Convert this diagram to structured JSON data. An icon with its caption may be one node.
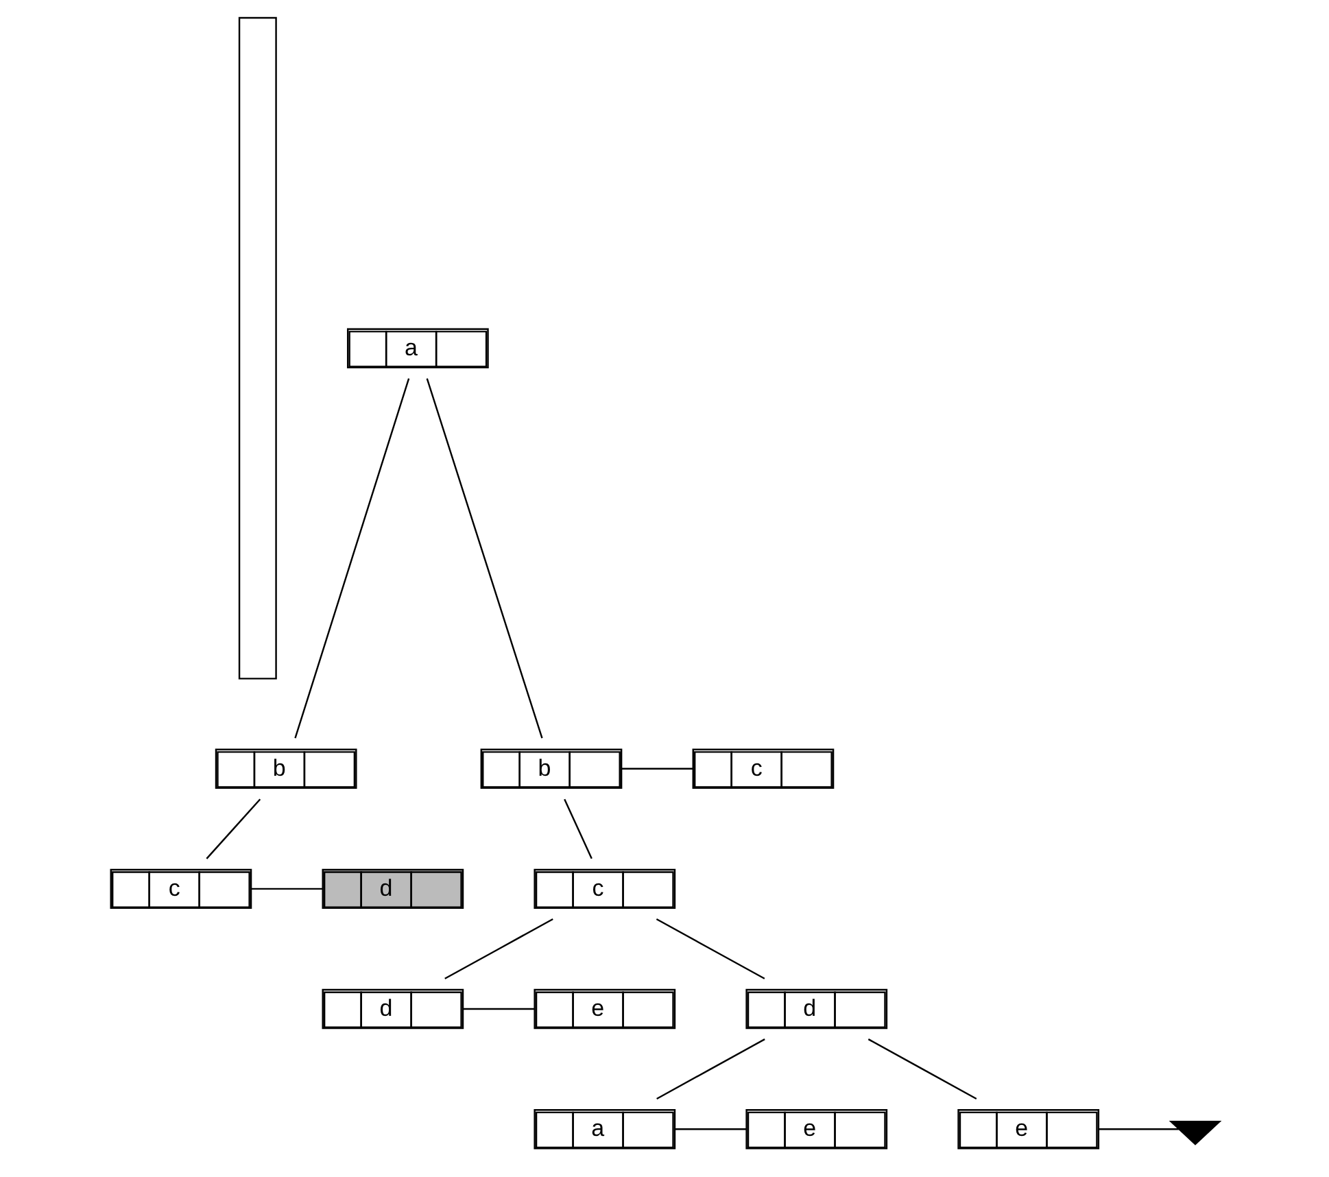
{
  "diagram": {
    "nodes": [
      {
        "text": [],
        "shape": "box"
      },
      {
        "text": [
          "a"
        ]
      },
      {
        "text": [
          "b"
        ]
      },
      {
        "text": [
          "c"
        ]
      },
      {
        "text": [
          "d"
        ]
      },
      {
        "text": [
          "b"
        ]
      },
      {
        "text": [
          "c"
        ]
      },
      {
        "text": [
          "c"
        ]
      },
      {
        "text": [
          "d"
        ]
      },
      {
        "text": [
          "e"
        ]
      },
      {
        "text": [
          "d"
        ]
      },
      {
        "text": [
          "a"
        ]
      },
      {
        "text": [
          "e"
        ]
      },
      {
        "text": [
          "e"
        ]
      },
      {
        "text": [],
        "shape": "ground"
      }
    ],
    "edges": [
      {
        "from": 1,
        "to": 2,
        "arrow": "none"
      },
      {
        "from": 2,
        "to": 3,
        "arrow": "none"
      },
      {
        "from": 3,
        "to": 4,
        "arrow": "none"
      },
      {
        "from": 5,
        "to": 6,
        "arrow": "none"
      },
      {
        "from": 7,
        "to": 8,
        "arrow": "none"
      },
      {
        "from": 8,
        "to": 9,
        "arrow": "none"
      },
      {
        "from": 10,
        "to": 11,
        "arrow": "none"
      },
      {
        "from": 11,
        "to": 12,
        "arrow": "none"
      },
      {
        "from": 1,
        "to": 5,
        "arrow": "none"
      },
      {
        "from": 5,
        "to": 7,
        "arrow": "none"
      },
      {
        "from": 7,
        "to": 10,
        "arrow": "none"
      },
      {
        "from": 10,
        "to": 13,
        "arrow": "none"
      },
      {
        "from": 13,
        "to": 14,
        "arrow": "none"
      }
    ]
  }
}
